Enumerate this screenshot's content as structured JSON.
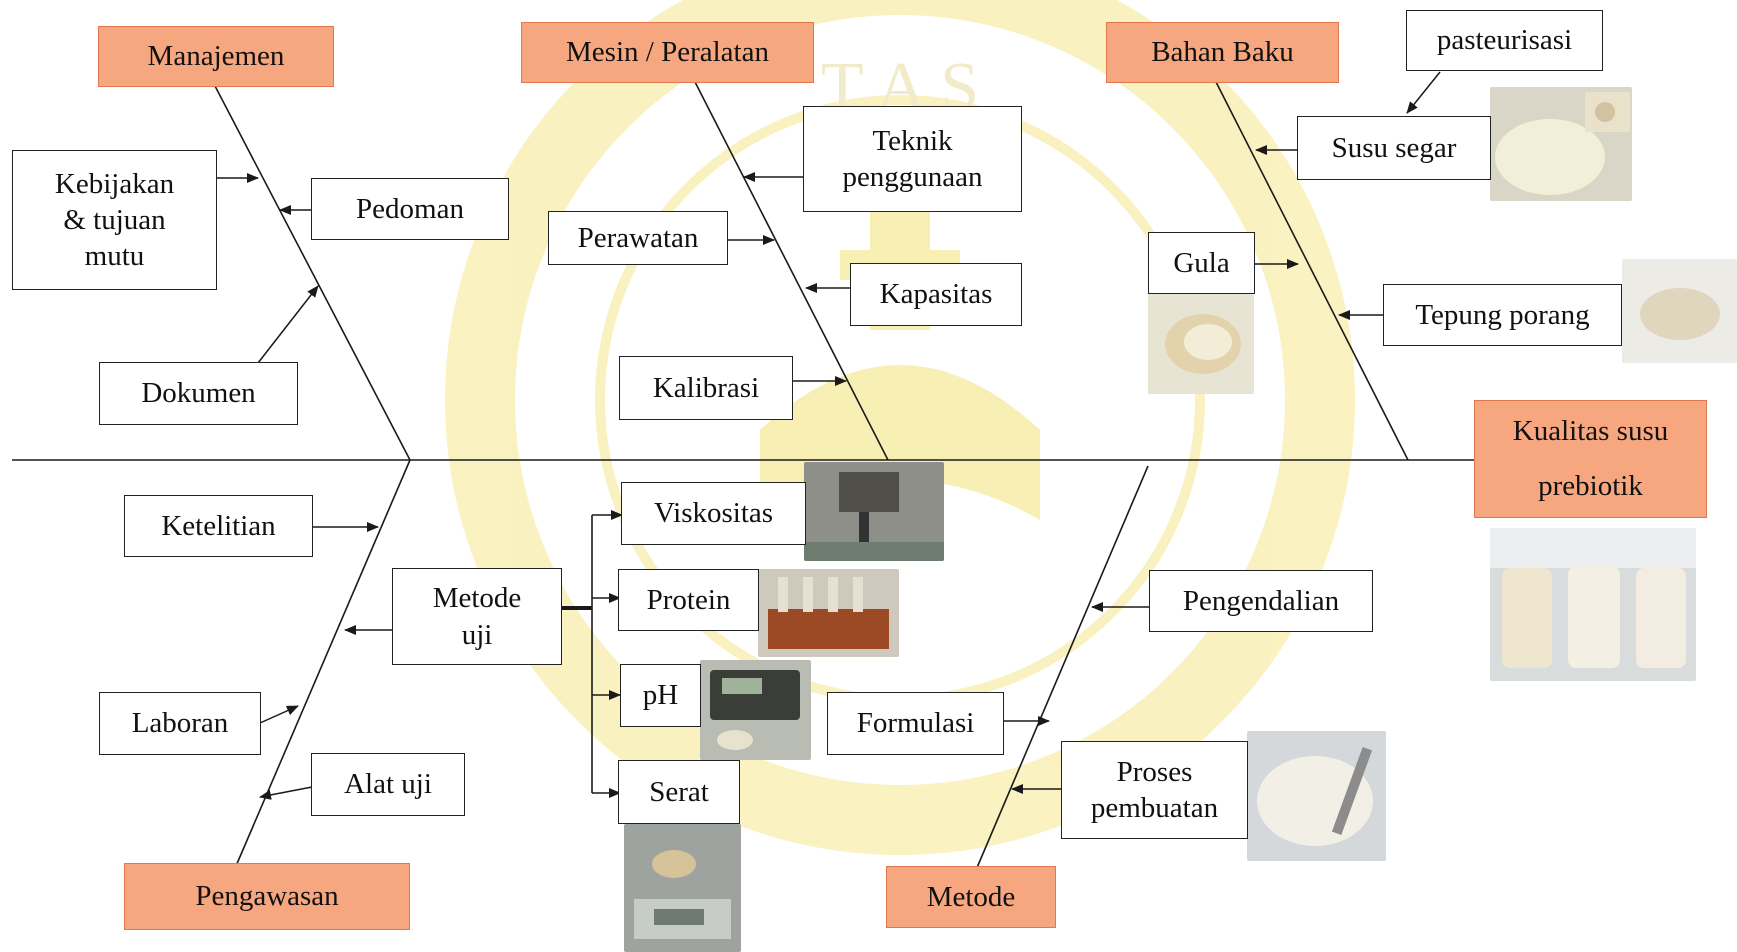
{
  "categories": {
    "manajemen": "Manajemen",
    "mesin": "Mesin / Peralatan",
    "bahan_baku": "Bahan Baku",
    "pengawasan": "Pengawasan",
    "metode": "Metode"
  },
  "effect": "Kualitas susu\nprebiotik",
  "causes": {
    "kebijakan": "Kebijakan\n& tujuan\nmutu",
    "pedoman": "Pedoman",
    "dokumen": "Dokumen",
    "teknik": "Teknik\npenggunaan",
    "perawatan": "Perawatan",
    "kapasitas": "Kapasitas",
    "kalibrasi": "Kalibrasi",
    "pasteurisasi": "pasteurisasi",
    "susu_segar": "Susu segar",
    "gula": "Gula",
    "tepung_porang": "Tepung porang",
    "ketelitian": "Ketelitian",
    "metode_uji": "Metode\nuji",
    "laboran": "Laboran",
    "alat_uji": "Alat uji",
    "viskositas": "Viskositas",
    "protein": "Protein",
    "ph": "pH",
    "serat": "Serat",
    "pengendalian": "Pengendalian",
    "formulasi": "Formulasi",
    "proses": "Proses\npembuatan"
  },
  "colors": {
    "category_fill": "#f7a77f",
    "category_border": "#e07a4e",
    "line": "#1a1a1a",
    "watermark": "#f3e06a"
  }
}
